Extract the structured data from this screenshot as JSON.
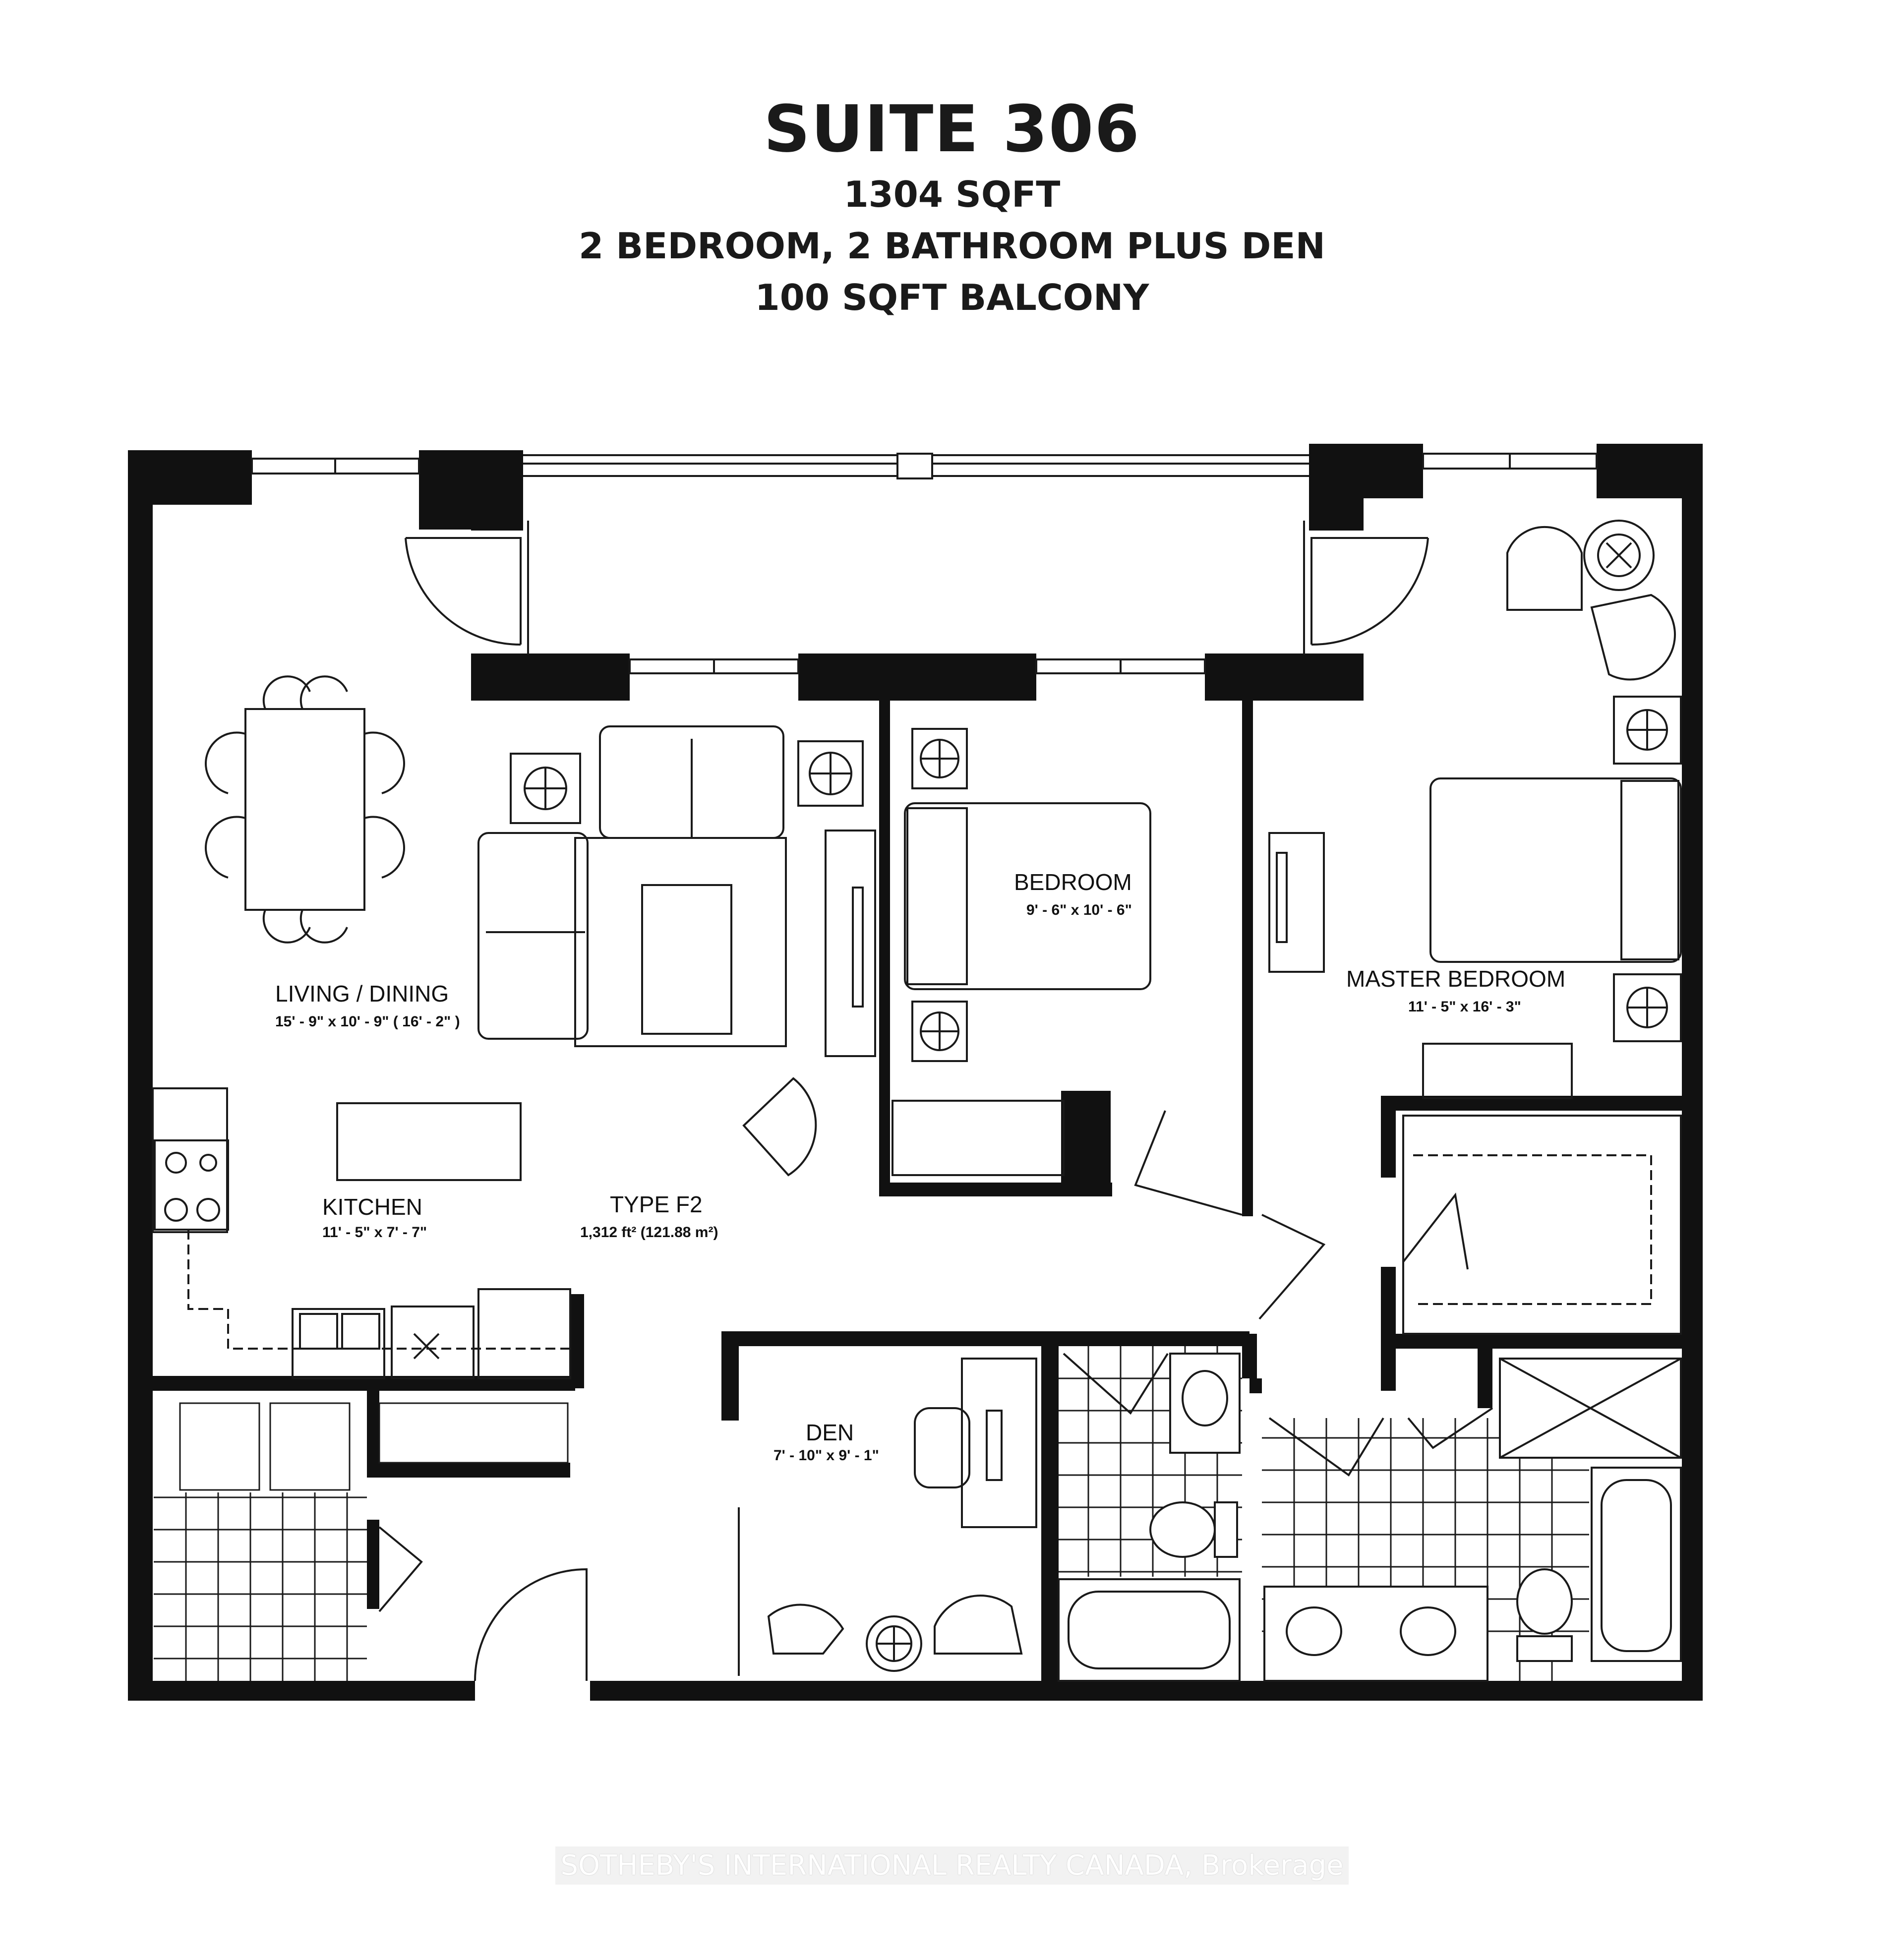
{
  "header": {
    "title": "SUITE 306",
    "area": "1304 SQFT",
    "layout": "2 BEDROOM, 2 BATHROOM PLUS DEN",
    "balcony": "100 SQFT BALCONY"
  },
  "plan": {
    "type_label": "TYPE F2",
    "type_area": "1,312 ft² (121.88 m²)",
    "rooms": [
      {
        "name": "LIVING / DINING",
        "dimensions": "15' - 9\" x 10' - 9\" ( 16' - 2\" )"
      },
      {
        "name": "BEDROOM",
        "dimensions": "9' - 6\" x 10' - 6\""
      },
      {
        "name": "MASTER BEDROOM",
        "dimensions": "11' - 5\" x 16' - 3\""
      },
      {
        "name": "KITCHEN",
        "dimensions": "11' - 5\" x 7' - 7\""
      },
      {
        "name": "DEN",
        "dimensions": "7' - 10\" x 9' - 1\""
      }
    ],
    "colors": {
      "wall": "#111111",
      "line": "#1a1a1a",
      "background": "#ffffff"
    }
  },
  "watermark": "SOTHEBY'S INTERNATIONAL REALTY CANADA, Brokerage"
}
